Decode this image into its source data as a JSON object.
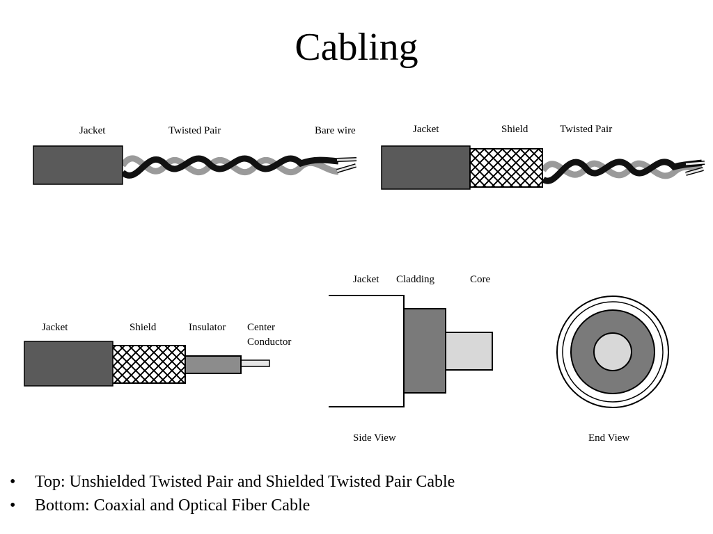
{
  "slide": {
    "title": "Cabling"
  },
  "utp": {
    "jacket": "Jacket",
    "twisted_pair": "Twisted Pair",
    "bare_wire": "Bare wire"
  },
  "stp": {
    "jacket": "Jacket",
    "shield": "Shield",
    "twisted_pair": "Twisted Pair"
  },
  "coax": {
    "jacket": "Jacket",
    "shield": "Shield",
    "insulator": "Insulator",
    "center_line1": "Center",
    "center_line2": "Conductor"
  },
  "fiber": {
    "jacket": "Jacket",
    "cladding": "Cladding",
    "core": "Core",
    "side_view": "Side View",
    "end_view": "End View"
  },
  "bullets": [
    "Top: Unshielded Twisted Pair and Shielded Twisted Pair Cable",
    "Bottom: Coaxial and Optical Fiber Cable"
  ],
  "colors": {
    "jacket": "#5a5a5a",
    "gray_wire": "#9a9a9a",
    "black_wire": "#111111",
    "core": "#d8d8d8",
    "shield_bg": "#ffffff"
  }
}
